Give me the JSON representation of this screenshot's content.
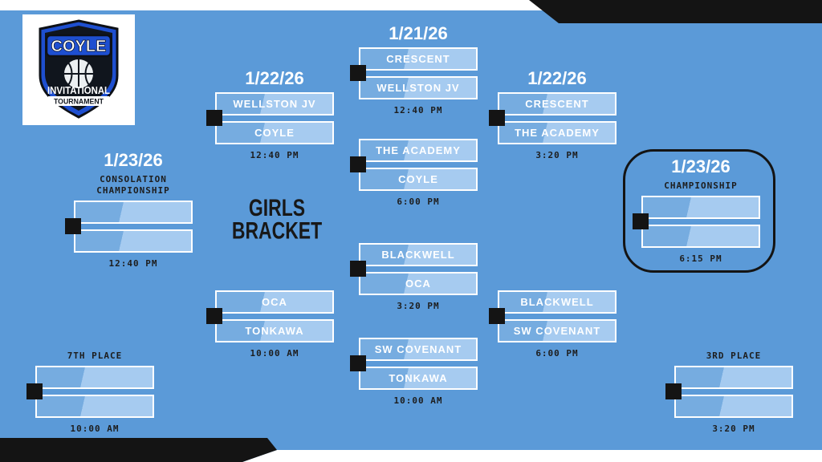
{
  "logo": {
    "title": "COYLE",
    "subtitle": "INVITATIONAL",
    "subtitle2": "TOURNAMENT"
  },
  "bracket_title": {
    "line1": "GIRLS",
    "line2": "BRACKET"
  },
  "colors": {
    "background": "#5b9ad8",
    "slot_base": "#76ace0",
    "slot_light": "#a6cbf0",
    "accent_black": "#141414",
    "accent_white": "#ffffff",
    "logo_blue": "#1e4fd0"
  },
  "matches": [
    {
      "name": "semifinal-1",
      "date": "1/21/26",
      "top": "CRESCENT",
      "bottom": "WELLSTON JV",
      "time": "12:40 PM"
    },
    {
      "name": "consolation-semi-1",
      "date": "1/22/26",
      "top": "WELLSTON JV",
      "bottom": "COYLE",
      "time": "12:40 PM"
    },
    {
      "name": "semifinal-2",
      "date": "1/22/26",
      "top": "CRESCENT",
      "bottom": "THE ACADEMY",
      "time": "3:20 PM"
    },
    {
      "name": "game-academy-coyle",
      "top": "THE ACADEMY",
      "bottom": "COYLE",
      "time": "6:00 PM"
    },
    {
      "name": "consolation-championship",
      "date": "1/23/26",
      "label": "CONSOLATION CHAMPIONSHIP",
      "top": "",
      "bottom": "",
      "time": "12:40 PM"
    },
    {
      "name": "game-blackwell-oca",
      "top": "BLACKWELL",
      "bottom": "OCA",
      "time": "3:20 PM"
    },
    {
      "name": "game-oca-tonkawa",
      "top": "OCA",
      "bottom": "TONKAWA",
      "time": "10:00 AM"
    },
    {
      "name": "game-blackwell-swcovenant",
      "top": "BLACKWELL",
      "bottom": "SW COVENANT",
      "time": "6:00 PM"
    },
    {
      "name": "game-swcovenant-tonkawa",
      "top": "SW COVENANT",
      "bottom": "TONKAWA",
      "time": "10:00 AM"
    },
    {
      "name": "championship",
      "date": "1/23/26",
      "label": "CHAMPIONSHIP",
      "top": "",
      "bottom": "",
      "time": "6:15 PM"
    },
    {
      "name": "seventh-place",
      "label": "7TH PLACE",
      "top": "",
      "bottom": "",
      "time": "10:00 AM"
    },
    {
      "name": "third-place",
      "label": "3RD PLACE",
      "top": "",
      "bottom": "",
      "time": "3:20 PM"
    }
  ]
}
